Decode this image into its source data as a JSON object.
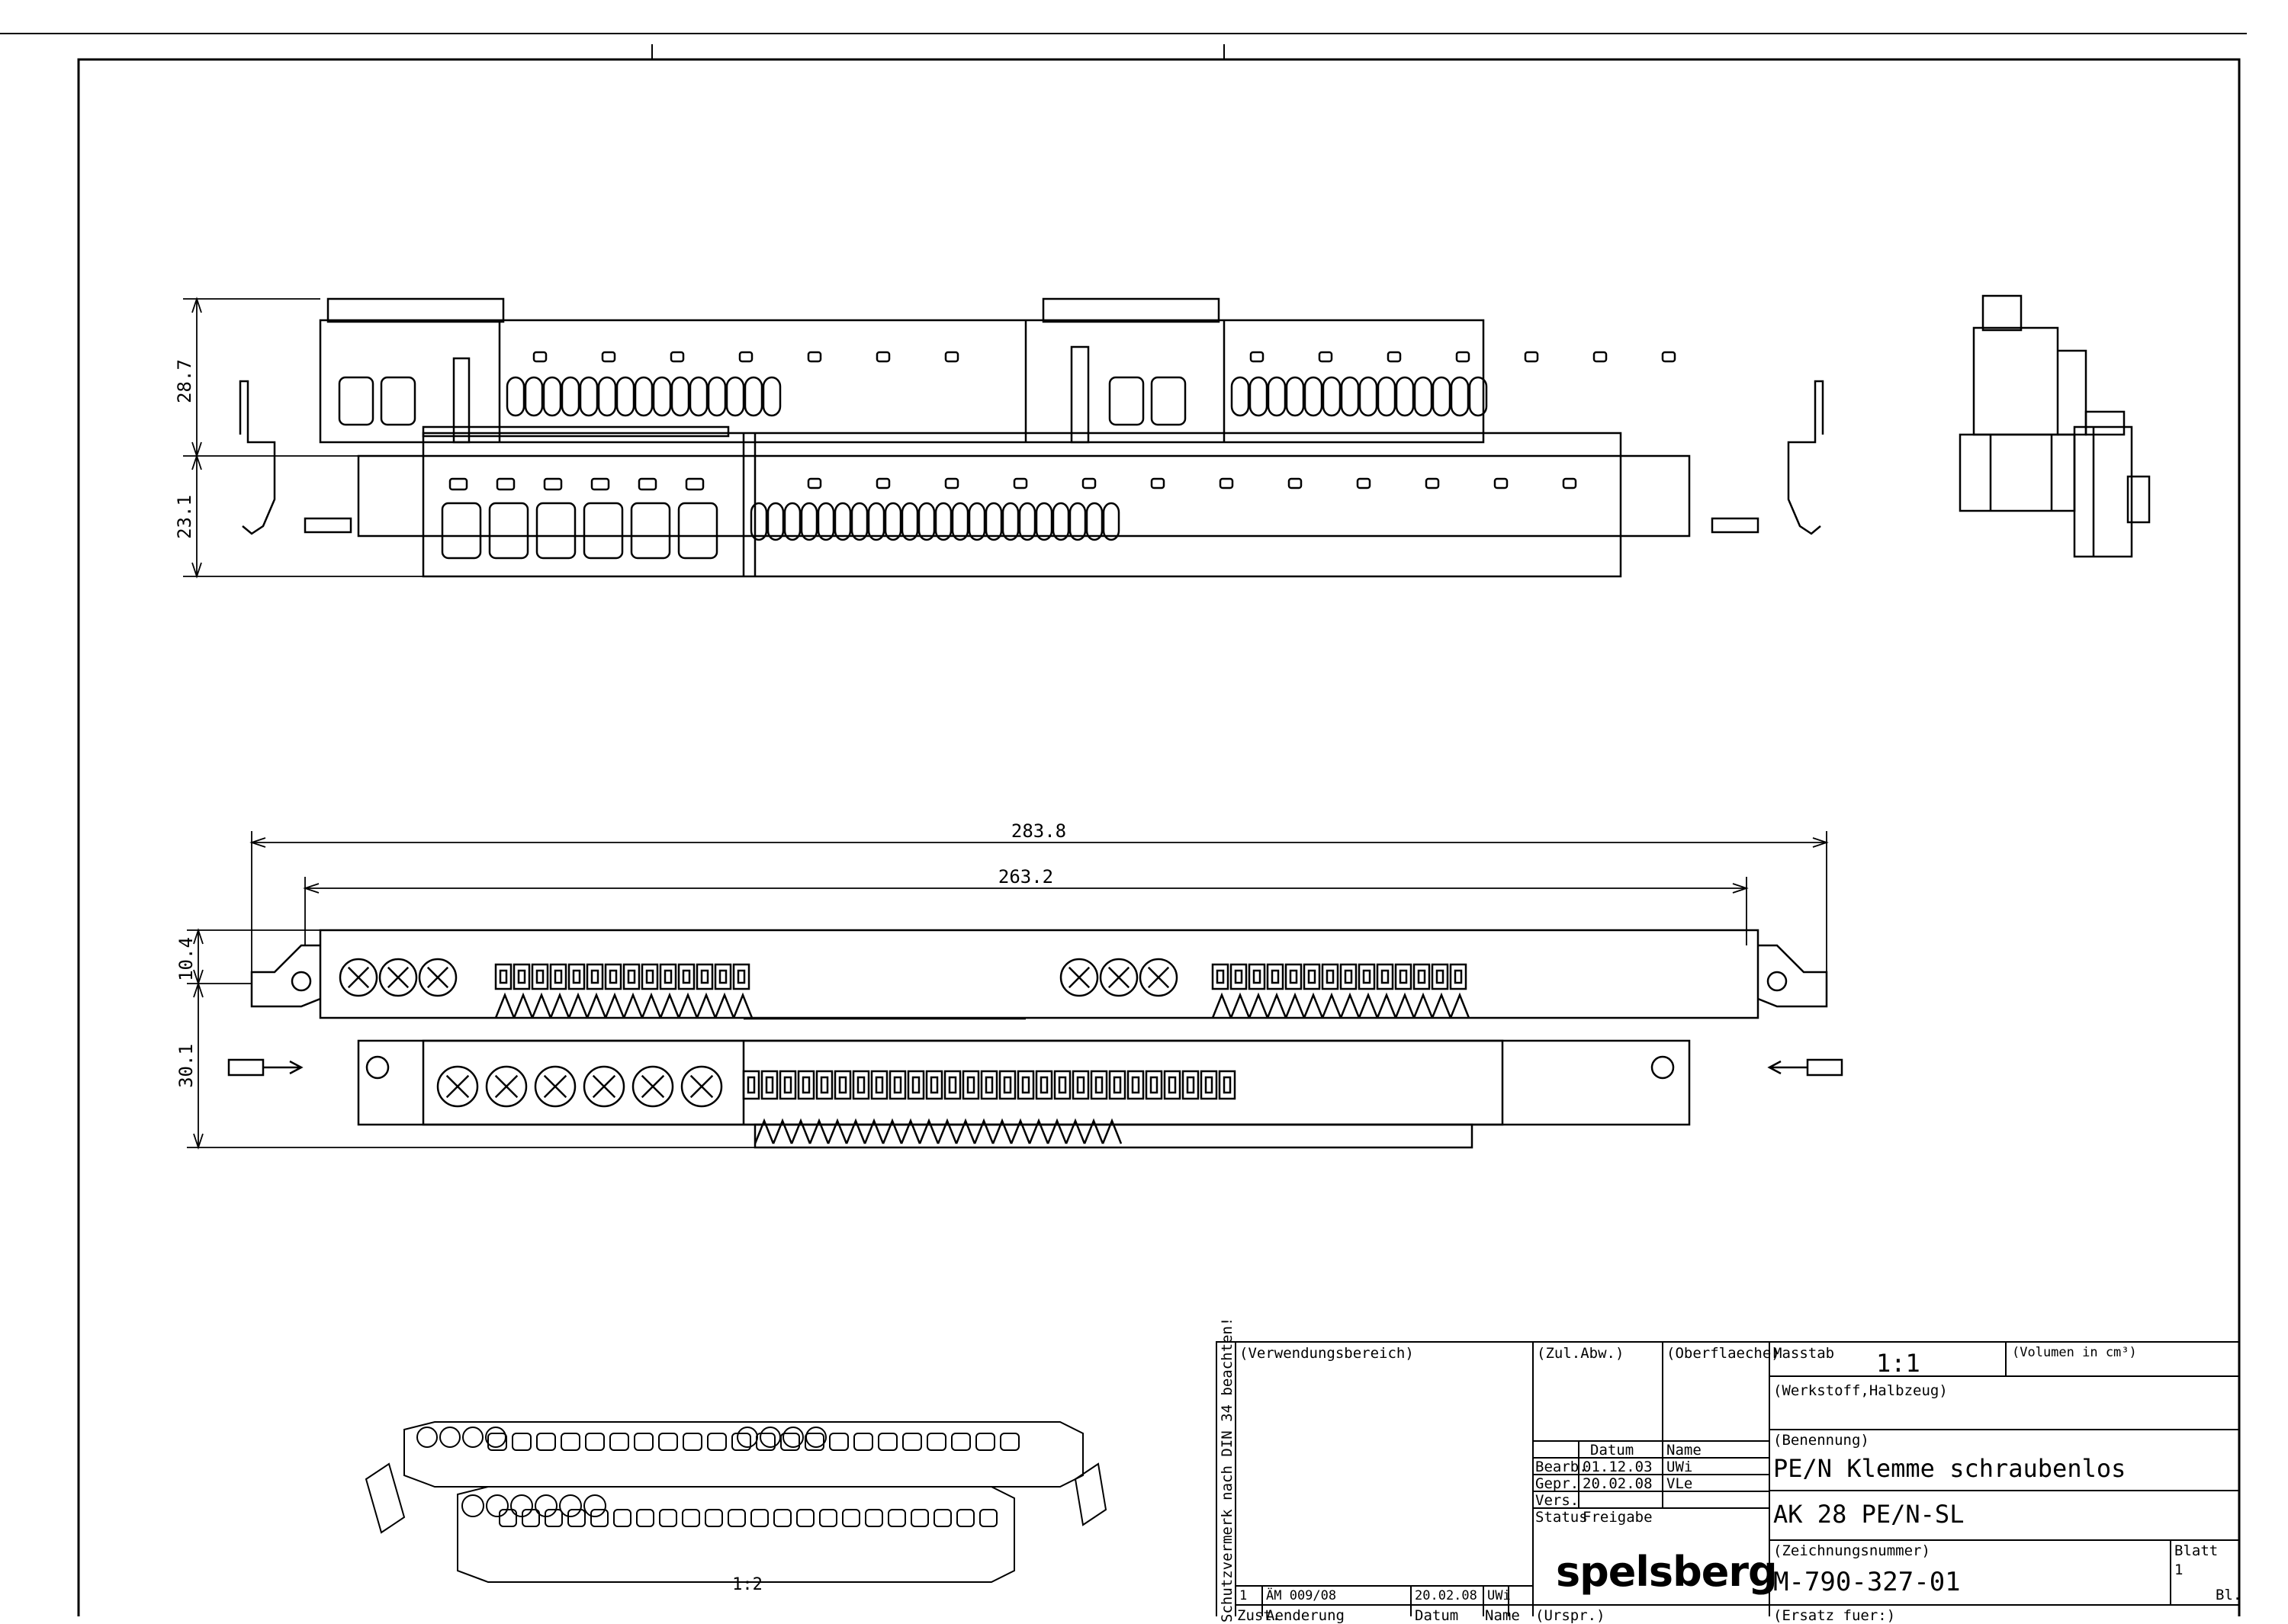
{
  "dimensions": {
    "front_top_height": "28.7",
    "front_bottom_height": "23.1",
    "plan_overall_length": "283.8",
    "plan_inner_length": "263.2",
    "plan_top_height": "10.4",
    "plan_bottom_height": "30.1"
  },
  "iso_view": {
    "scale": "1:2"
  },
  "title_block": {
    "side_note": "Schutzvermerk nach DIN 34 beachten!",
    "usage_label": "(Verwendungsbereich)",
    "tolerance_label": "(Zul.Abw.)",
    "surface_label": "(Oberflaeche)",
    "scale_label": "Masstab",
    "scale_value": "1:1",
    "volume_label": "(Volumen in cm³)",
    "material_label": "(Werkstoff,Halbzeug)",
    "date_header": "Datum",
    "name_header": "Name",
    "bearb_label": "Bearb.",
    "bearb_date": "01.12.03",
    "bearb_name": "UWi",
    "gepr_label": "Gepr.",
    "gepr_date": "20.02.08",
    "gepr_name": "VLe",
    "vers_label": "Vers.",
    "status_label": "Status",
    "status_value": "Freigabe",
    "designation_label": "(Benennung)",
    "designation_line1": "PE/N Klemme schraubenlos",
    "designation_line2": "AK 28 PE/N-SL",
    "drawing_no_label": "(Zeichnungsnummer)",
    "drawing_no": "M-790-327-01",
    "sheet_label": "Blatt",
    "sheet_value": "1",
    "sheets_label": "Bl.",
    "company": "spelsberg",
    "rev_index": "1",
    "rev_change": "ÄM 009/08",
    "rev_date": "20.02.08",
    "rev_name": "UWi",
    "rev_hdr_zust": "Zust.",
    "rev_hdr_change": "Aenderung",
    "rev_hdr_date": "Datum",
    "rev_hdr_name": "Name",
    "origin_label": "(Urspr.)",
    "replace_label": "(Ersatz fuer:)"
  },
  "colors": {
    "line": "#000000",
    "paper": "#ffffff"
  }
}
